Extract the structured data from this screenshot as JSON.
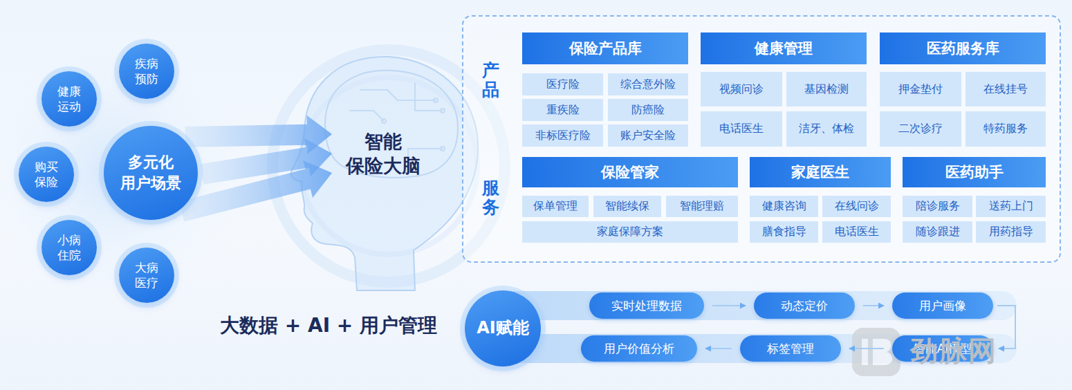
{
  "diagram": {
    "nodes": [
      {
        "text": [
          "疾病 预防"
        ]
      },
      {
        "text": [
          "健康 运动"
        ]
      },
      {
        "text": [
          "多元化 用户场景"
        ]
      },
      {
        "text": [
          "购买 保险"
        ]
      },
      {
        "text": [
          "小病 住院"
        ]
      },
      {
        "text": [
          "大病 医疗"
        ]
      },
      {
        "text": [
          "智能 保险大脑"
        ]
      },
      {
        "text": [
          "产品",
          "服务"
        ]
      },
      {
        "text": [
          "保险产品库"
        ],
        "in": 7
      },
      {
        "text": [
          "医疗险"
        ],
        "in": 7
      },
      {
        "text": [
          "综合意外险"
        ],
        "in": 7
      },
      {
        "text": [
          "重疾险"
        ],
        "in": 7
      },
      {
        "text": [
          "防癌险"
        ],
        "in": 7
      },
      {
        "text": [
          "非标医疗险"
        ],
        "in": 7
      },
      {
        "text": [
          "账户安全险"
        ],
        "in": 7
      },
      {
        "text": [
          "健康管理"
        ],
        "in": 7
      },
      {
        "text": [
          "视频问诊"
        ],
        "in": 7
      },
      {
        "text": [
          "基因检测"
        ],
        "in": 7
      },
      {
        "text": [
          "电话医生"
        ],
        "in": 7
      },
      {
        "text": [
          "洁牙、体检"
        ],
        "in": 7
      },
      {
        "text": [
          "医药服务库"
        ],
        "in": 7
      },
      {
        "text": [
          "押金垫付"
        ],
        "in": 7
      },
      {
        "text": [
          "在线挂号"
        ],
        "in": 7
      },
      {
        "text": [
          "二次诊疗"
        ],
        "in": 7
      },
      {
        "text": [
          "特药服务"
        ],
        "in": 7
      },
      {
        "text": [
          "保险管家"
        ],
        "in": 7
      },
      {
        "text": [
          "保单管理"
        ],
        "in": 7
      },
      {
        "text": [
          "智能续保"
        ],
        "in": 7
      },
      {
        "text": [
          "智能理赔"
        ],
        "in": 7
      },
      {
        "text": [
          "家庭保障方案"
        ],
        "in": 7
      },
      {
        "text": [
          "家庭医生"
        ],
        "in": 7
      },
      {
        "text": [
          "健康咨询"
        ],
        "in": 7
      },
      {
        "text": [
          "在线问诊"
        ],
        "in": 7
      },
      {
        "text": [
          "膳食指导"
        ],
        "in": 7
      },
      {
        "text": [
          "电话医生"
        ],
        "in": 7
      },
      {
        "text": [
          "医药助手"
        ],
        "in": 7
      },
      {
        "text": [
          "陪诊服务"
        ],
        "in": 7
      },
      {
        "text": [
          "送药上门"
        ],
        "in": 7
      },
      {
        "text": [
          "随诊跟进"
        ],
        "in": 7
      },
      {
        "text": [
          "用药指导"
        ],
        "in": 7
      },
      {
        "text": [
          "AI赋能"
        ]
      },
      {
        "text": [
          "实时处理数据"
        ]
      },
      {
        "text": [
          "动态定价"
        ]
      },
      {
        "text": [
          "用户画像"
        ]
      },
      {
        "text": [
          "智能AI模型"
        ]
      },
      {
        "text": [
          "标签管理"
        ]
      },
      {
        "text": [
          "用户价值分析"
        ]
      }
    ],
    "edges": [
      {
        "from": 2,
        "to": 6,
        "arrow": "to"
      },
      {
        "from": 2,
        "to": 6,
        "arrow": "to"
      },
      {
        "from": 2,
        "to": 6,
        "arrow": "to"
      },
      {
        "from": 41,
        "to": 42,
        "arrow": "to"
      },
      {
        "from": 42,
        "to": 43,
        "arrow": "to"
      },
      {
        "from": 43,
        "to": 44,
        "arrow": "to"
      },
      {
        "from": 44,
        "to": 45,
        "arrow": "to"
      },
      {
        "from": 45,
        "to": 46,
        "arrow": "to"
      }
    ],
    "labels": [
      "大数据 + AI + 用户管理",
      "劲脉网"
    ]
  }
}
